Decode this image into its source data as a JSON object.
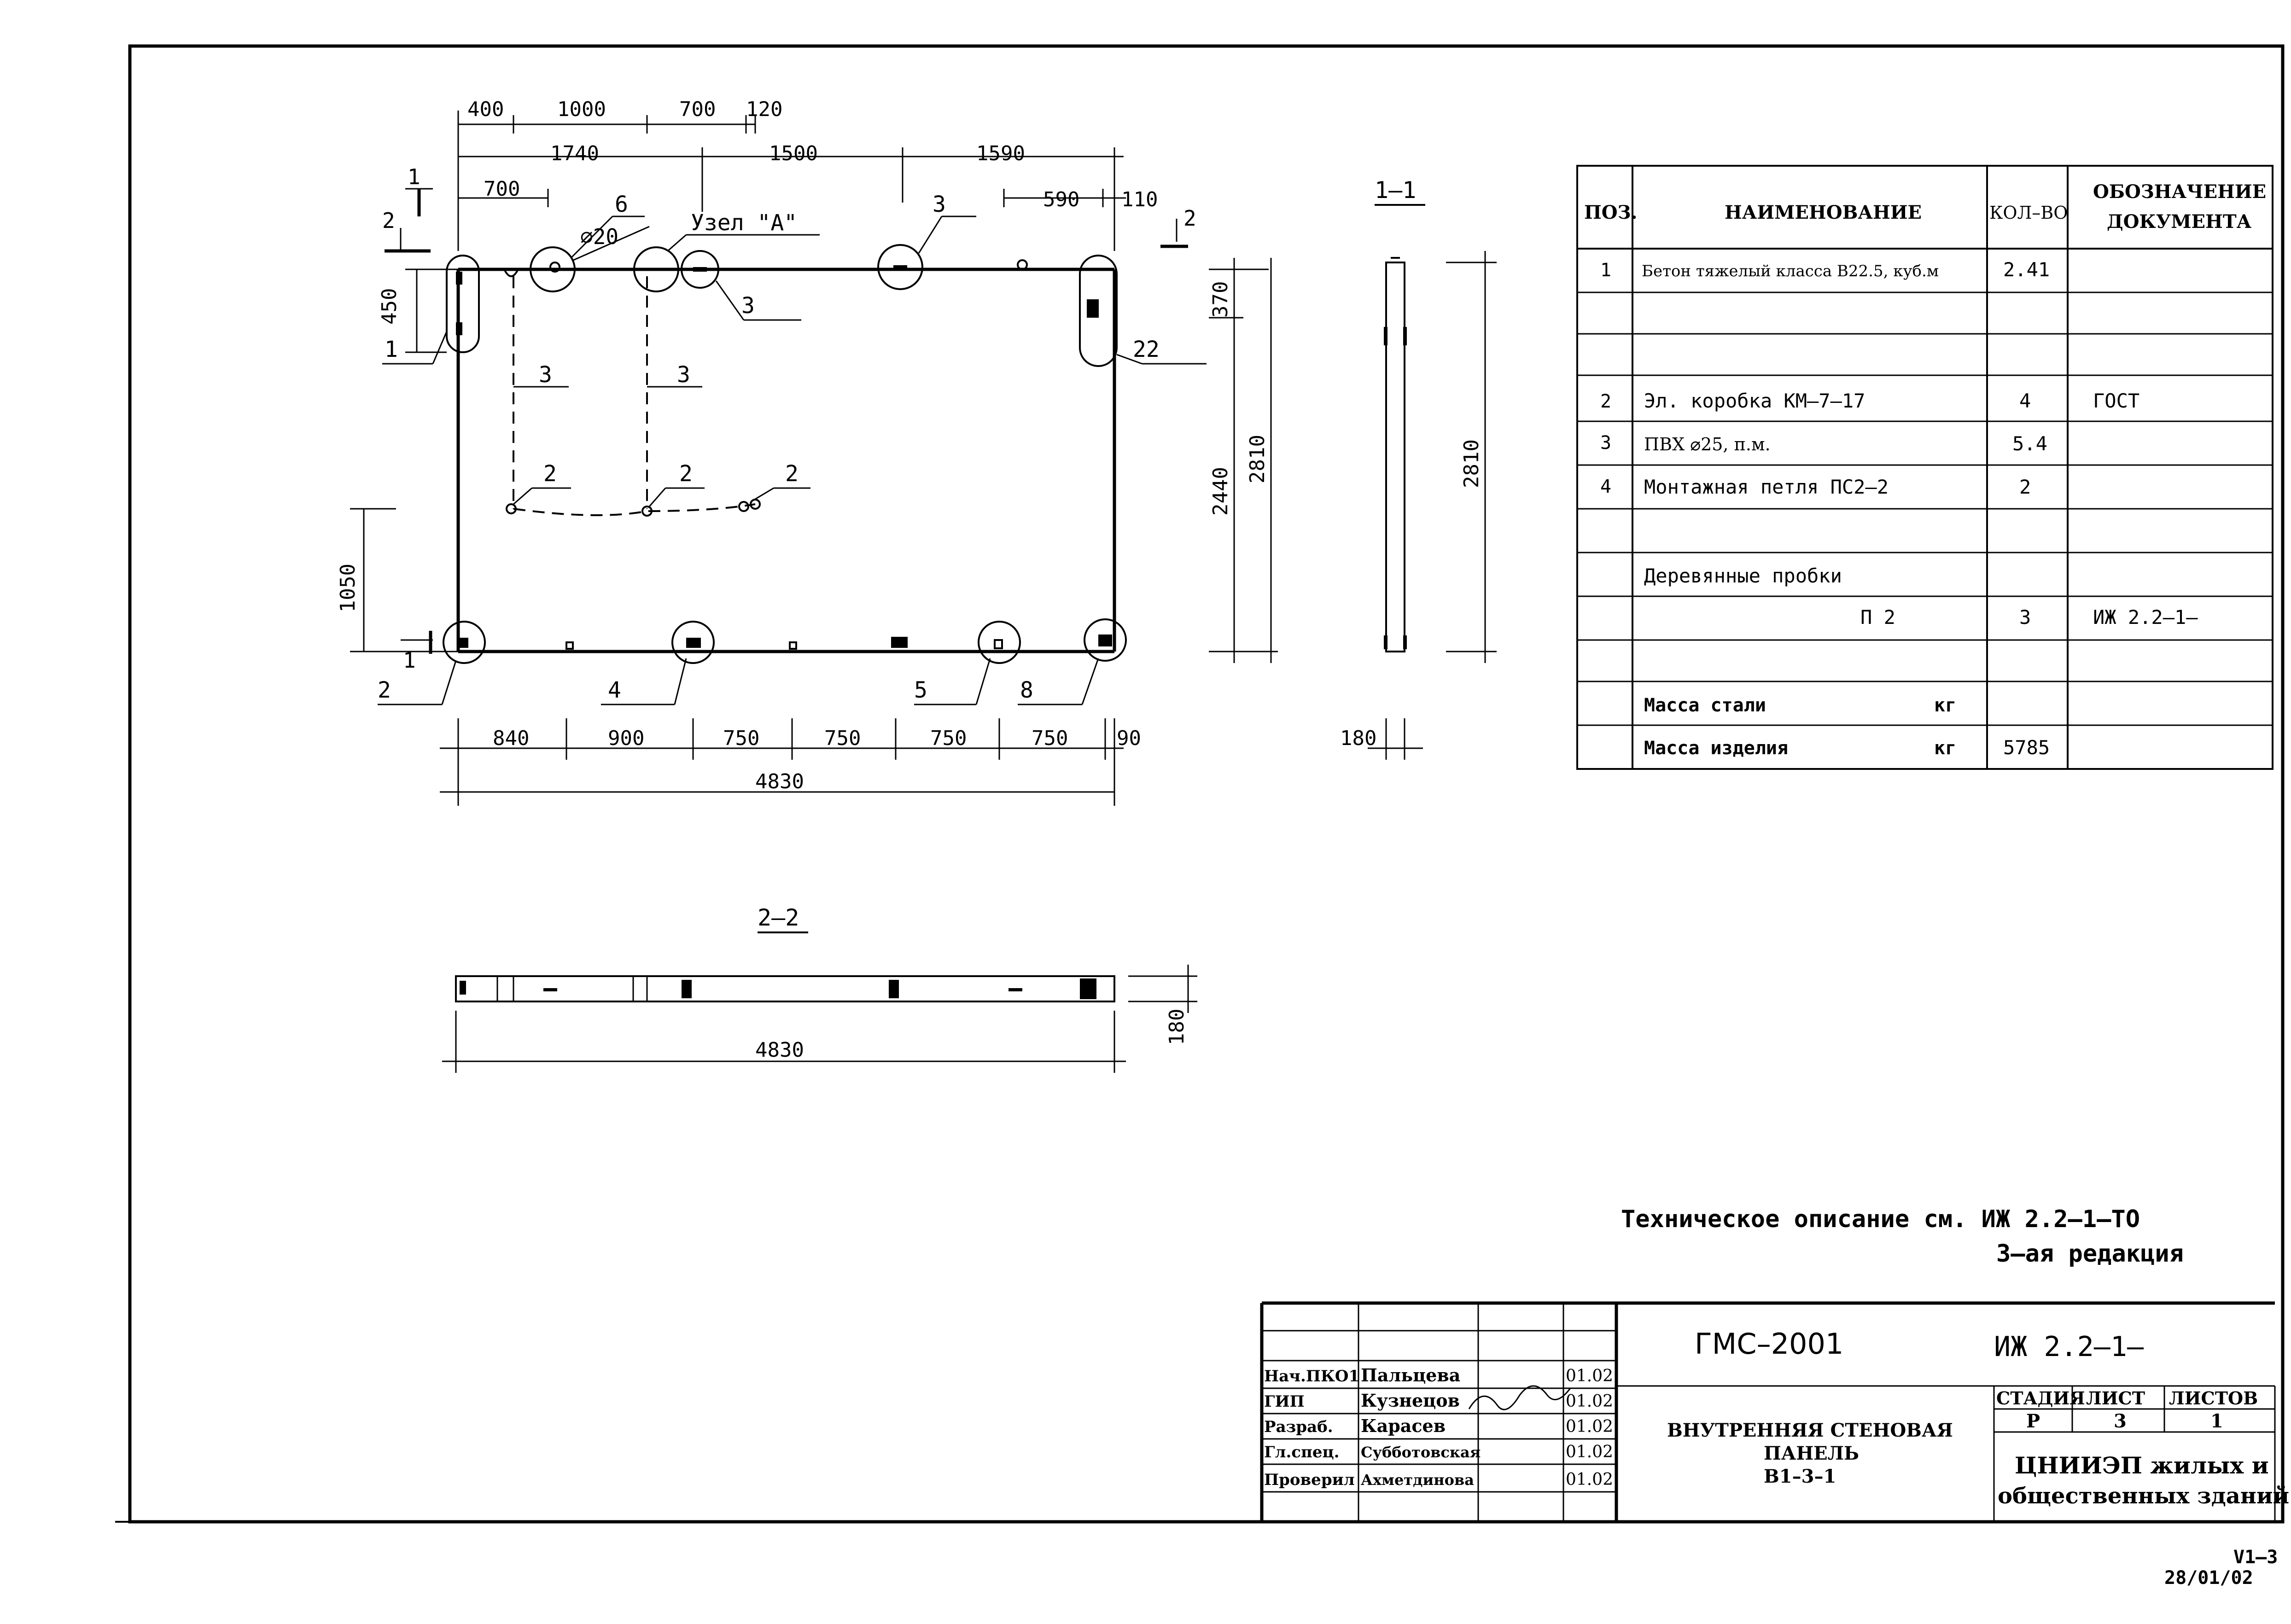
{
  "drawing": {
    "front_dims_top": [
      "400",
      "1000",
      "700",
      "120"
    ],
    "front_dims_mid": [
      "1740",
      "1500",
      "1590"
    ],
    "front_dims_sub": [
      "700",
      "590",
      "110"
    ],
    "front_dims_bottom": [
      "840",
      "900",
      "750",
      "750",
      "750",
      "750",
      "90"
    ],
    "total_width": "4830",
    "left_dim_450": "450",
    "left_dim_1050": "1050",
    "right_dim_370": "370",
    "right_dim_2440": "2440",
    "right_dim_2810": "2810",
    "diameter": "⌀20",
    "node_label": "Узел \"A\"",
    "section_cut_1": "1",
    "section_cut_2": "2",
    "callouts": {
      "c1": "1",
      "c2": "2",
      "c3a": "3",
      "c3b": "3",
      "c3c": "3",
      "c3d": "3",
      "c4": "4",
      "c5": "5",
      "c6": "6",
      "c8": "8",
      "c22": "22",
      "c2a": "2",
      "c2b": "2",
      "c2c": "2"
    },
    "section_1_title": "1–1",
    "section_1_height": "2810",
    "section_1_thickness": "180",
    "section_2_title": "2–2",
    "section_2_width": "4830",
    "section_2_thickness": "180"
  },
  "spec_table": {
    "headers": [
      "ПОЗ.",
      "НАИМЕНОВАНИЕ",
      "КОЛ–ВО",
      "ОБОЗНАЧЕНИЕ",
      "ДОКУМЕНТА"
    ],
    "rows": [
      {
        "pos": "1",
        "name": "Бетон тяжелый класса В22.5, куб.м",
        "qty": "2.41",
        "doc": ""
      },
      {
        "pos": "",
        "name": "",
        "qty": "",
        "doc": ""
      },
      {
        "pos": "",
        "name": "",
        "qty": "",
        "doc": ""
      },
      {
        "pos": "2",
        "name": "Эл. коробка КМ–7–17",
        "qty": "4",
        "doc": "ГОСТ"
      },
      {
        "pos": "3",
        "name": "ПВХ ⌀25, п.м.",
        "qty": "5.4",
        "doc": ""
      },
      {
        "pos": "4",
        "name": "Монтажная петля ПС2–2",
        "qty": "2",
        "doc": ""
      },
      {
        "pos": "",
        "name": "",
        "qty": "",
        "doc": ""
      },
      {
        "pos": "",
        "name": "Деревянные пробки",
        "qty": "",
        "doc": ""
      },
      {
        "pos": "",
        "name": "П 2",
        "qty": "3",
        "doc": "ИЖ 2.2–1–"
      },
      {
        "pos": "",
        "name": "",
        "qty": "",
        "doc": ""
      },
      {
        "pos": "",
        "name": "Масса стали",
        "unit": "кг",
        "qty": "",
        "doc": ""
      },
      {
        "pos": "",
        "name": "Масса изделия",
        "unit": "кг",
        "qty": "5785",
        "doc": ""
      }
    ]
  },
  "notes": {
    "tech_description": "Техническое описание см. ИЖ 2.2–1–ТО",
    "edition": "3–ая редакция"
  },
  "title_block": {
    "project": "ГМС–2001",
    "doc_code": "ИЖ 2.2–1–",
    "sheet_name_1": "ВНУТРЕННЯЯ СТЕНОВАЯ",
    "sheet_name_2": "ПАНЕЛЬ",
    "sheet_name_3": "В1–3–1",
    "stage_label": "СТАДИЯ",
    "sheet_label": "ЛИСТ",
    "sheets_label": "ЛИСТОВ",
    "stage": "Р",
    "sheet": "3",
    "sheets": "1",
    "org_1": "ЦНИИЭП жилых и",
    "org_2": "общественных зданий",
    "signers": [
      {
        "role": "Нач.ПКО1",
        "name": "Пальцева",
        "date": "01.02"
      },
      {
        "role": "ГИП",
        "name": "Кузнецов",
        "date": "01.02"
      },
      {
        "role": "Разраб.",
        "name": "Карасев",
        "date": "01.02"
      },
      {
        "role": "Гл.спец.",
        "name": "Субботовская",
        "date": "01.02"
      },
      {
        "role": "Проверил",
        "name": "Ахметдинова",
        "date": "01.02"
      }
    ]
  },
  "corner_stamp": {
    "code": "V1–3",
    "date": "28/01/02"
  }
}
